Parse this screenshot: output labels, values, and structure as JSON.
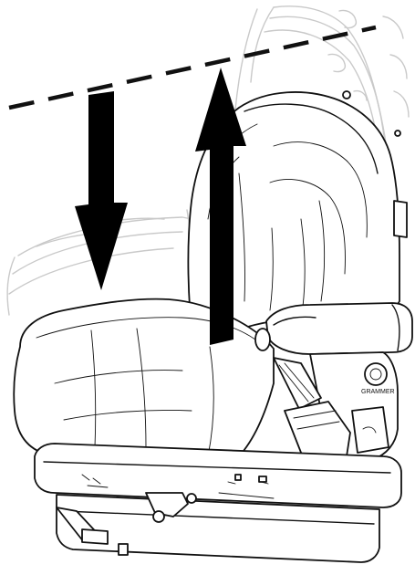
{
  "figure": {
    "subject": "seat",
    "label_text": "GRAMMER",
    "colors": {
      "line": "#111111",
      "ghost_outline": "#c9c9c9",
      "arrow_fill": "#000000",
      "background": "#ffffff"
    },
    "arrows": {
      "up": "arrow-up",
      "down": "arrow-down"
    }
  }
}
